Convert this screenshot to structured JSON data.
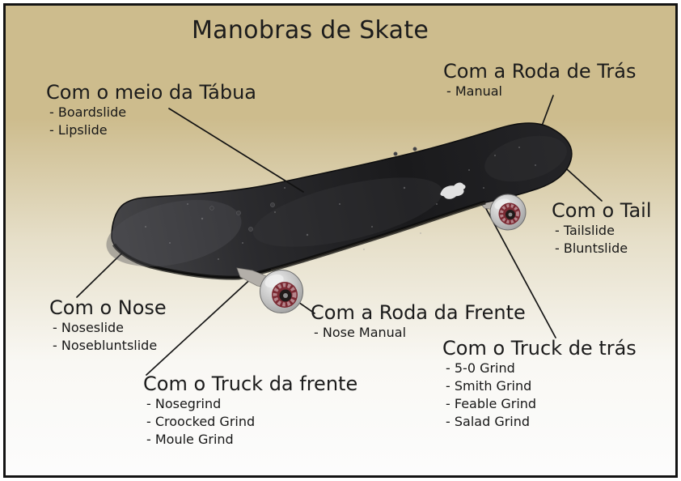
{
  "title": "Manobras de Skate",
  "labels": [
    {
      "id": "meio-da-tabua",
      "heading": "Com o meio da Tábua",
      "items": [
        "- Boardslide",
        "- Lipslide"
      ],
      "points_to": "middle-of-deck"
    },
    {
      "id": "roda-de-tras",
      "heading": "Com a Roda de Trás",
      "items": [
        "- Manual"
      ],
      "points_to": "rear-wheel"
    },
    {
      "id": "tail",
      "heading": "Com o Tail",
      "items": [
        "- Tailslide",
        "- Bluntslide"
      ],
      "points_to": "tail"
    },
    {
      "id": "nose",
      "heading": "Com o Nose",
      "items": [
        "- Noseslide",
        "- Nosebluntslide"
      ],
      "points_to": "nose"
    },
    {
      "id": "roda-da-frente",
      "heading": "Com a Roda da Frente",
      "items": [
        "- Nose Manual"
      ],
      "points_to": "front-wheel"
    },
    {
      "id": "truck-de-tras",
      "heading": "Com o Truck de trás",
      "items": [
        "- 5-0 Grind",
        "- Smith Grind",
        "- Feable Grind",
        "- Salad Grind"
      ],
      "points_to": "rear-truck"
    },
    {
      "id": "truck-da-frente",
      "heading": "Com o Truck da frente",
      "items": [
        "- Nosegrind",
        "- Croocked Grind",
        "- Moule Grind"
      ],
      "points_to": "front-truck"
    }
  ],
  "diagram_subject": "skateboard (three-quarter photo view, nose at lower left, tail at upper right)",
  "colors": {
    "background_top": "#cdbc8d",
    "background_bottom": "#fcfcfc",
    "frame_border": "#131313",
    "text": "#1b1b1b",
    "connector_line": "#161616",
    "deck_griptape": "#28282a",
    "wheel_grey": "#c6c6c6",
    "wheel_hub_maroon": "#7b2a33",
    "truck_metal": "#b3afa9",
    "deck_logo": "#f2f2f2"
  }
}
